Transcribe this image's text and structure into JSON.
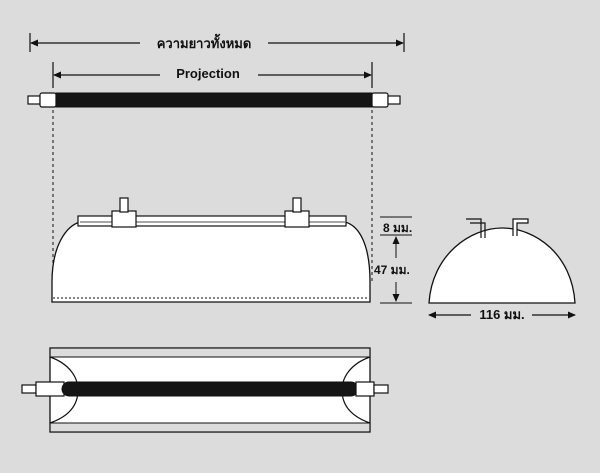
{
  "labels": {
    "total_length": "ความยาวทั้งหมด",
    "projection": "Projection",
    "height_top": "8 มม.",
    "height_body": "47 มม.",
    "width": "116 มม."
  },
  "colors": {
    "background": "#dcdcdc",
    "line": "#111111",
    "tube": "#151515",
    "fill_white": "#ffffff"
  }
}
